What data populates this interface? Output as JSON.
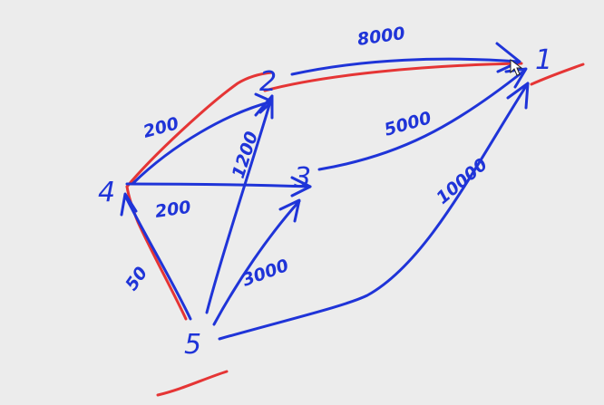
{
  "colors": {
    "background": "#ececec",
    "ink_blue": "#1f34d8",
    "ink_red": "#e53535"
  },
  "nodes": {
    "n4": "4",
    "n2": "2",
    "n3": "3",
    "n5": "5",
    "n1": "1"
  },
  "edges": {
    "e_2_1": "8000",
    "e_4_2": "200",
    "e_5_2": "1200",
    "e_4_3": "200",
    "e_3_1": "5000",
    "e_5_4": "50",
    "e_5_3": "3000",
    "e_5_1": "10000"
  }
}
